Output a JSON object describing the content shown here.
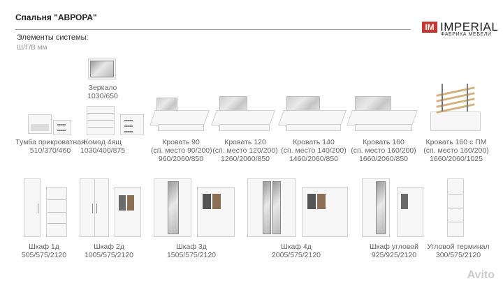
{
  "header": {
    "title": "Спальня \"АВРОРА\"",
    "subtitle": "Элементы системы:",
    "dims_note": "Ш/Г/В мм"
  },
  "logo": {
    "mark": "IM",
    "brand": "IMPERIAL",
    "sub": "ФАБРИКА МЕБЕЛИ"
  },
  "items": {
    "mirror": {
      "name": "Зеркало",
      "dims": "1030/650"
    },
    "nightstand": {
      "name": "Тумба прикроватная",
      "dims": "510/370/460"
    },
    "dresser": {
      "name": "Комод 4ящ",
      "dims": "1030/400/875"
    },
    "bed90": {
      "name": "Кровать 90",
      "sleep": "(сп. место 90/200)",
      "dims": "960/2060/850"
    },
    "bed120": {
      "name": "Кровать 120",
      "sleep": "(сп. место 120/200)",
      "dims": "1260/2060/850"
    },
    "bed140": {
      "name": "Кровать 140",
      "sleep": "(сп. место 140/200)",
      "dims": "1460/2060/850"
    },
    "bed160": {
      "name": "Кровать 160",
      "sleep": "(сп. место 160/200)",
      "dims": "1660/2060/850"
    },
    "bed160pm": {
      "name": "Кровать 160 с ПМ",
      "sleep": "(сп. место 160/200)",
      "dims": "1660/2060/1025"
    },
    "wardrobe1": {
      "name": "Шкаф 1д",
      "dims": "505/575/2120"
    },
    "wardrobe2": {
      "name": "Шкаф 2д",
      "dims": "1005/575/2120"
    },
    "wardrobe3": {
      "name": "Шкаф 3д",
      "dims": "1505/575/2120"
    },
    "wardrobe4": {
      "name": "Шкаф 4д",
      "dims": "2005/575/2120"
    },
    "wardrobe_corner": {
      "name": "Шкаф угловой",
      "dims": "925/925/2120"
    },
    "corner_terminal": {
      "name": "Угловой терминал",
      "dims": "300/575/2120"
    }
  },
  "watermark": "Avito"
}
